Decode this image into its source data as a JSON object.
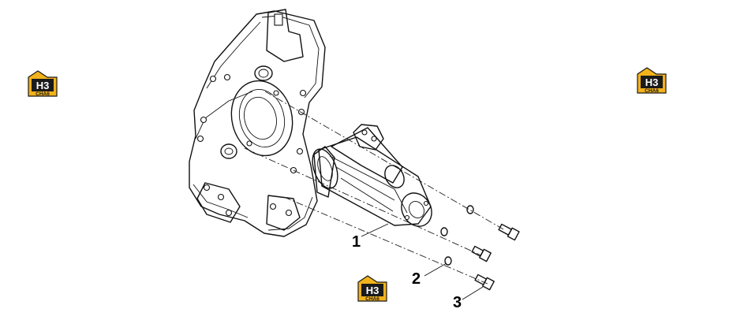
{
  "watermark": {
    "line1": "H3",
    "line2": "CHA6",
    "brand_color": "#f2b21b",
    "dark_color": "#1a1a1a"
  },
  "callouts": [
    {
      "label": "1",
      "part": "starter-motor"
    },
    {
      "label": "2",
      "part": "washer"
    },
    {
      "label": "3",
      "part": "bolt"
    }
  ]
}
